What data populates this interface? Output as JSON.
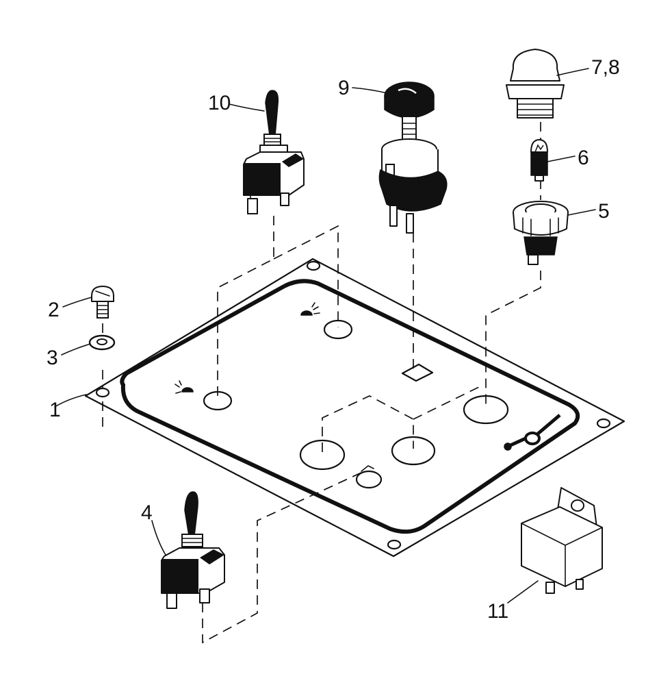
{
  "diagram": {
    "callouts": [
      {
        "id": "1",
        "label": "1"
      },
      {
        "id": "2",
        "label": "2"
      },
      {
        "id": "3",
        "label": "3"
      },
      {
        "id": "4",
        "label": "4"
      },
      {
        "id": "5",
        "label": "5"
      },
      {
        "id": "6",
        "label": "6"
      },
      {
        "id": "7-8",
        "label": "7,8"
      },
      {
        "id": "9",
        "label": "9"
      },
      {
        "id": "10",
        "label": "10"
      },
      {
        "id": "11",
        "label": "11"
      }
    ]
  }
}
